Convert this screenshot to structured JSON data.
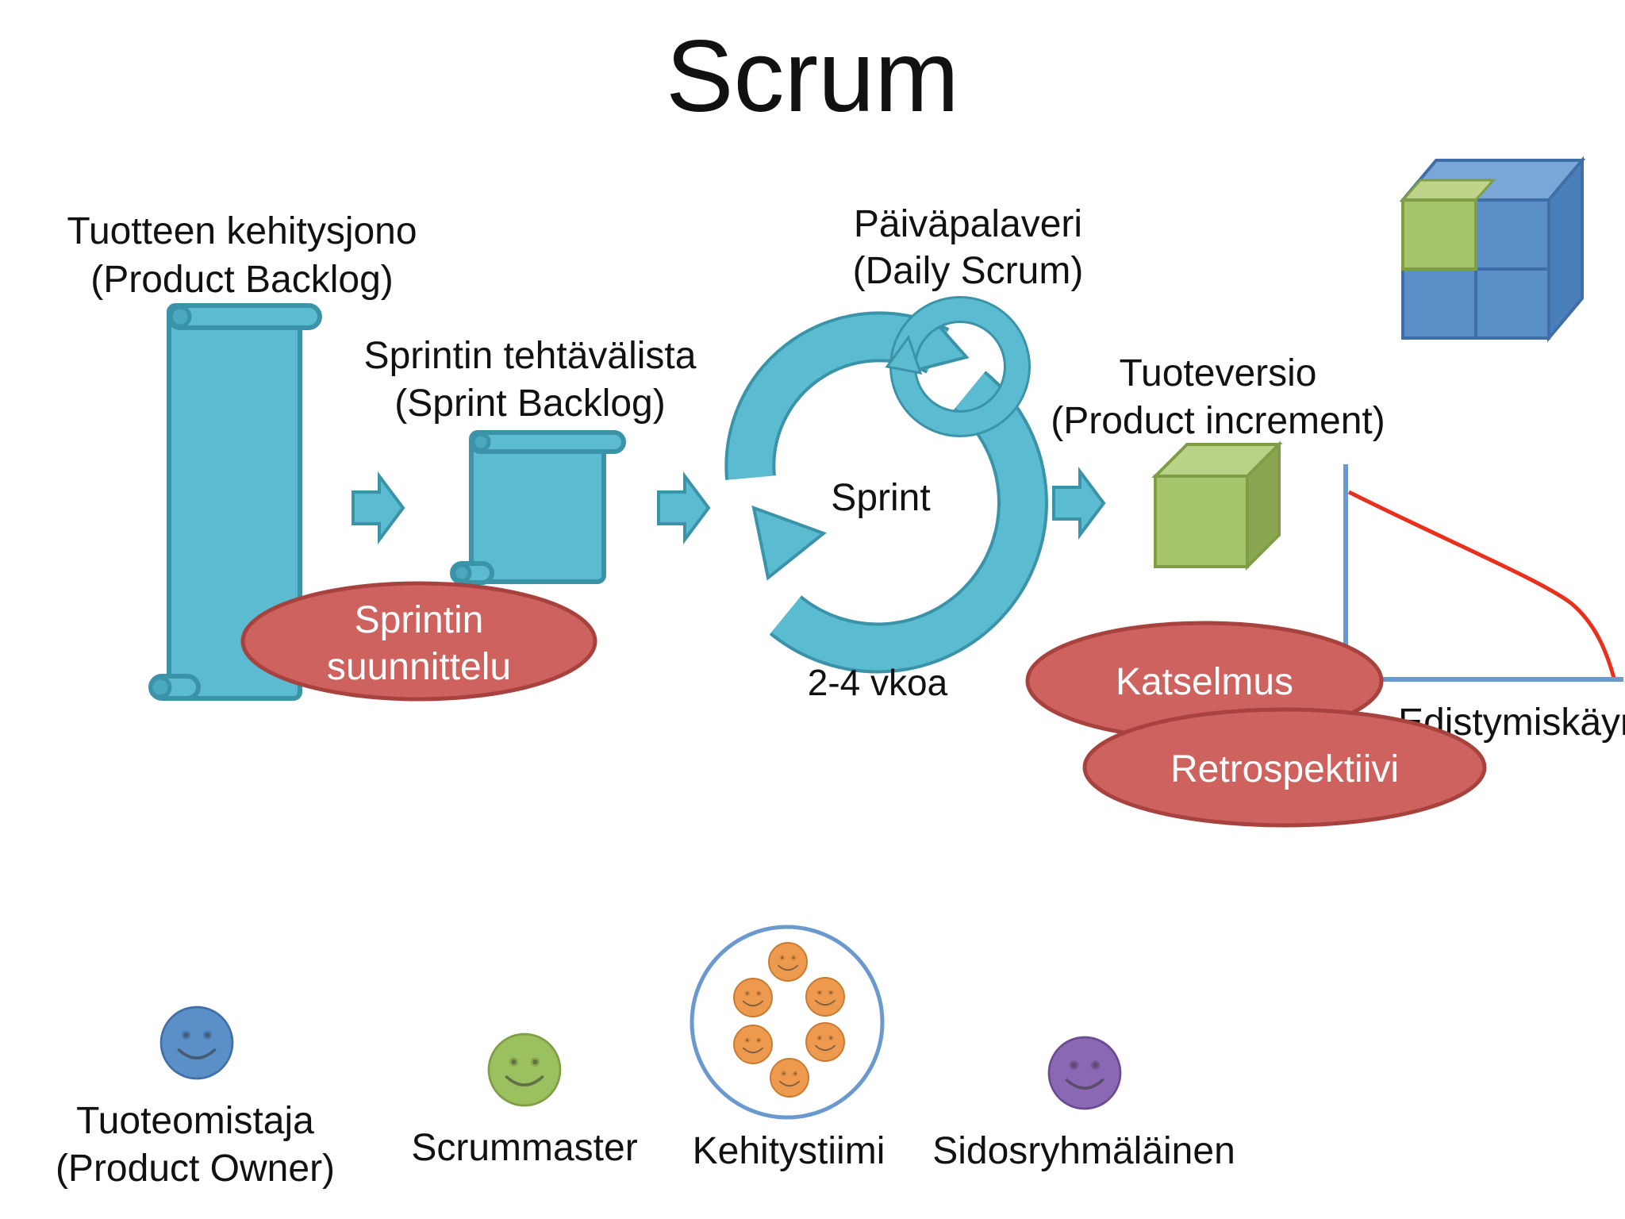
{
  "title": "Scrum",
  "labels": {
    "product_backlog": {
      "line1": "Tuotteen kehitysjono",
      "line2": "(Product Backlog)"
    },
    "sprint_backlog": {
      "line1": "Sprintin tehtävälista",
      "line2": "(Sprint Backlog)"
    },
    "daily_scrum": {
      "line1": "Päiväpalaveri",
      "line2": "(Daily Scrum)"
    },
    "sprint": "Sprint",
    "sprint_length": "2-4 vkoa",
    "increment": {
      "line1": "Tuoteversio",
      "line2": "(Product increment)"
    },
    "burndown": "Edistymiskäyrä"
  },
  "events": {
    "planning": {
      "line1": "Sprintin",
      "line2": "suunnittelu"
    },
    "review": "Katselmus",
    "retrospective": "Retrospektiivi"
  },
  "roles": {
    "product_owner": {
      "line1": "Tuoteomistaja",
      "line2": "(Product Owner)"
    },
    "scrum_master": "Scrummaster",
    "team": "Kehitystiimi",
    "stakeholder": "Sidosryhmäläinen"
  },
  "colors": {
    "scroll": "#5bbcd1",
    "scroll_stroke": "#3a93a8",
    "ellipse": "#cd625e",
    "ellipse_stroke": "#a8423f",
    "cube_green": "#a6c46a",
    "cube_blue": "#5b8fc8",
    "burndown_line": "#e8301c",
    "axis": "#6a99cf",
    "po_face": "#5b8fc8",
    "sm_face": "#9bc060",
    "team_face": "#ee9a4e",
    "stakeholder_face": "#8b68b3"
  }
}
